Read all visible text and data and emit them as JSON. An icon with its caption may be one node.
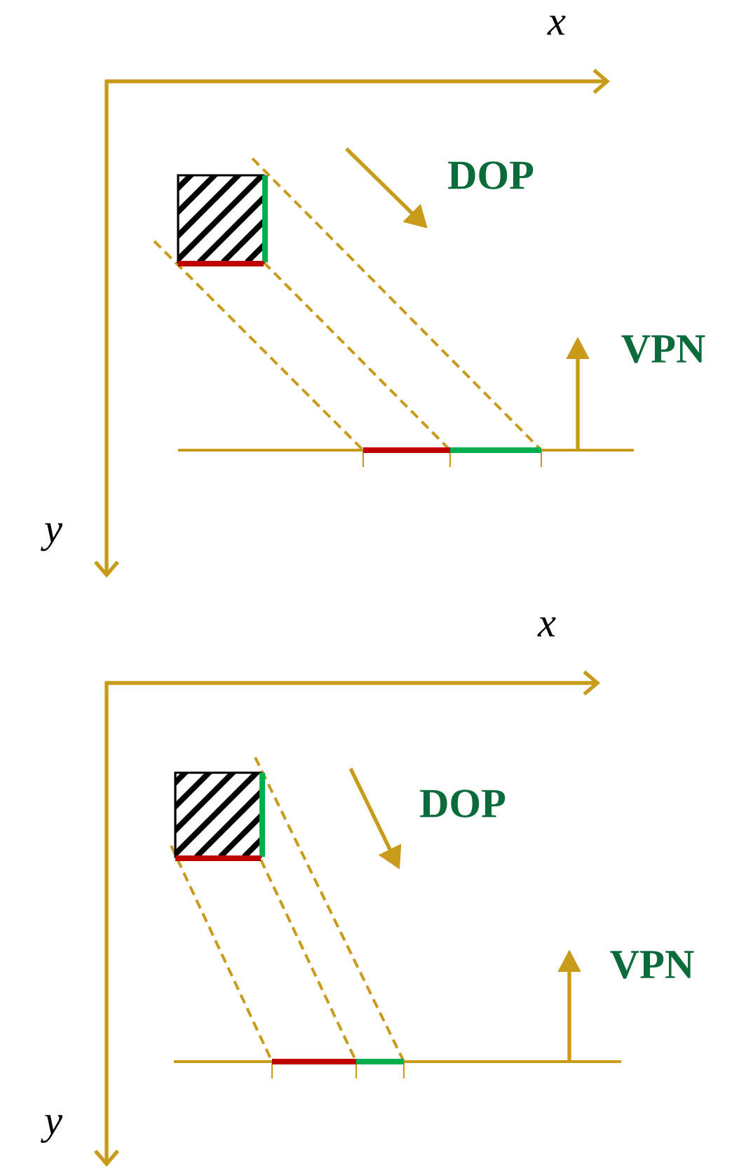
{
  "diagram": {
    "labels": [
      "x",
      "DOP",
      "VPN",
      "y",
      "x",
      "DOP",
      "VPN",
      "y"
    ]
  }
}
